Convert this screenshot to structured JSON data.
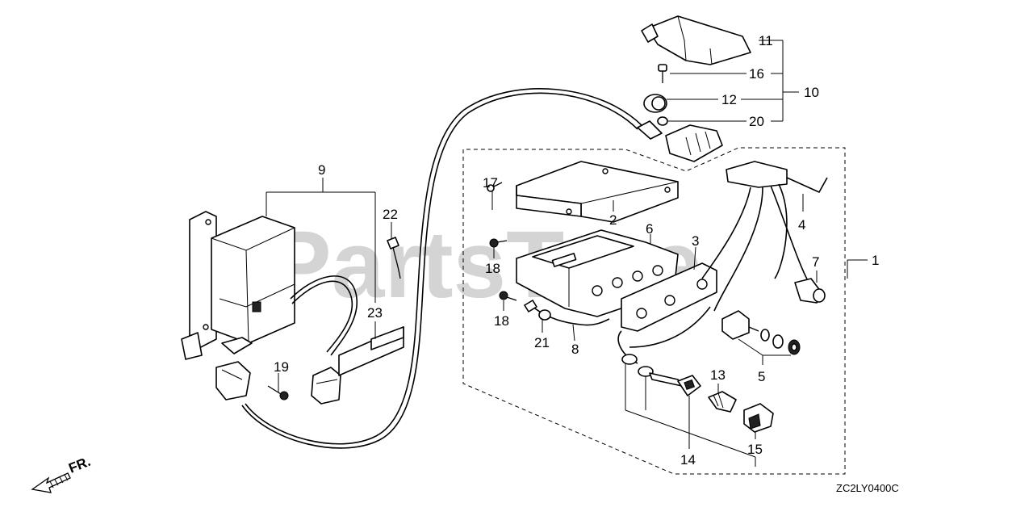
{
  "diagram": {
    "watermark": "PartsTree",
    "diagram_code": "ZC2LY0400C",
    "direction_label": "FR.",
    "callouts": {
      "c1": "1",
      "c2": "2",
      "c3": "3",
      "c4": "4",
      "c5": "5",
      "c6": "6",
      "c7": "7",
      "c8": "8",
      "c9": "9",
      "c10": "10",
      "c11": "11",
      "c12": "12",
      "c13": "13",
      "c14": "14",
      "c15": "15",
      "c16": "16",
      "c17": "17",
      "c18a": "18",
      "c18b": "18",
      "c19": "19",
      "c20": "20",
      "c21": "21",
      "c22": "22",
      "c23": "23"
    }
  }
}
